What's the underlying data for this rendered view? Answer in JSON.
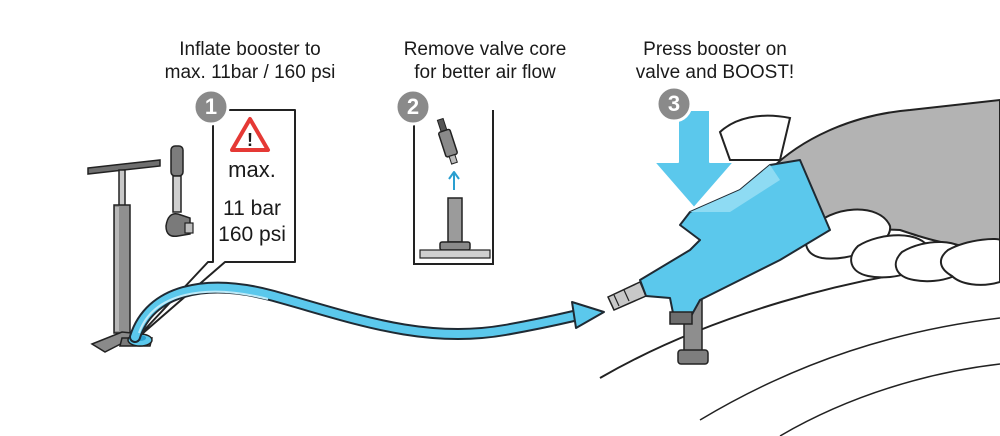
{
  "steps": [
    {
      "number": "1",
      "line1": "Inflate booster to",
      "line2": "max. 11bar / 160 psi"
    },
    {
      "number": "2",
      "line1": "Remove valve core",
      "line2": "for better air flow"
    },
    {
      "number": "3",
      "line1": "Press booster on",
      "line2": "valve and BOOST!"
    }
  ],
  "warning": {
    "max": "max.",
    "bar": "11 bar",
    "psi": "160 psi",
    "symbol": "!"
  },
  "colors": {
    "accent": "#5bc8ec",
    "accent_dark": "#2a9fd0",
    "badge": "#8a8a8a",
    "metal": "#9a9a9a",
    "glove": "#b3b3b3"
  },
  "icons": [
    "warning-triangle-icon",
    "floor-pump-icon",
    "pump-hose-icon",
    "valve-core-icon",
    "booster-icon",
    "glove-hand-icon",
    "press-down-arrow-icon"
  ]
}
